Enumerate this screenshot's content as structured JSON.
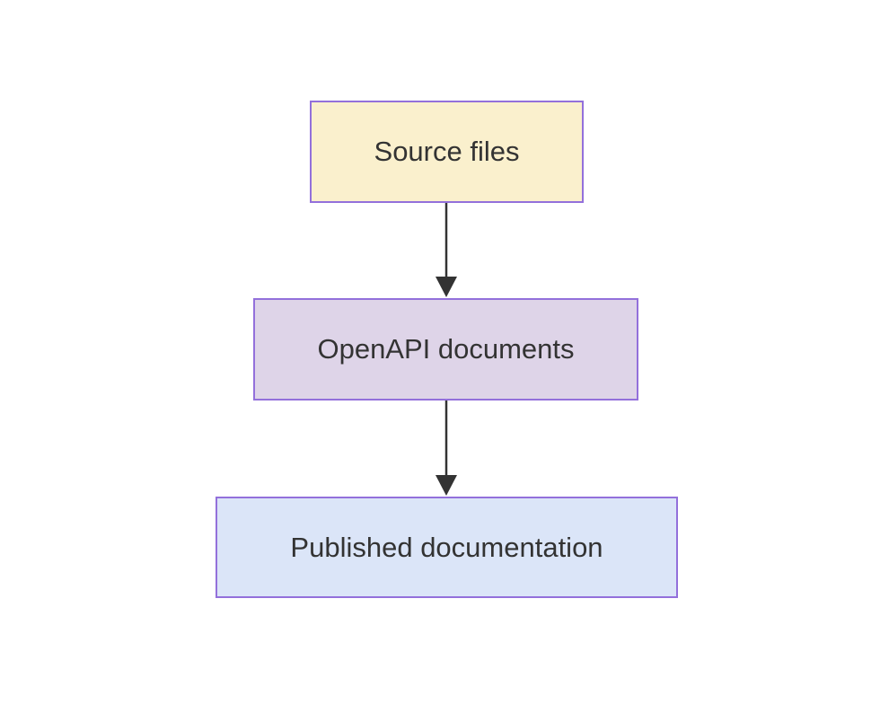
{
  "diagram": {
    "type": "flowchart",
    "direction": "top-down",
    "background_color": "#ffffff",
    "text_color": "#333333",
    "edge_color": "#333333",
    "nodes": [
      {
        "id": "source",
        "label": "Source files",
        "fill": "#faf0cd",
        "border": "#9370db"
      },
      {
        "id": "openapi",
        "label": "OpenAPI documents",
        "fill": "#ded4e8",
        "border": "#9370db"
      },
      {
        "id": "published",
        "label": "Published documentation",
        "fill": "#dbe5f8",
        "border": "#9370db"
      }
    ],
    "edges": [
      {
        "from": "source",
        "to": "openapi",
        "style": "arrow-down"
      },
      {
        "from": "openapi",
        "to": "published",
        "style": "arrow-down"
      }
    ]
  }
}
